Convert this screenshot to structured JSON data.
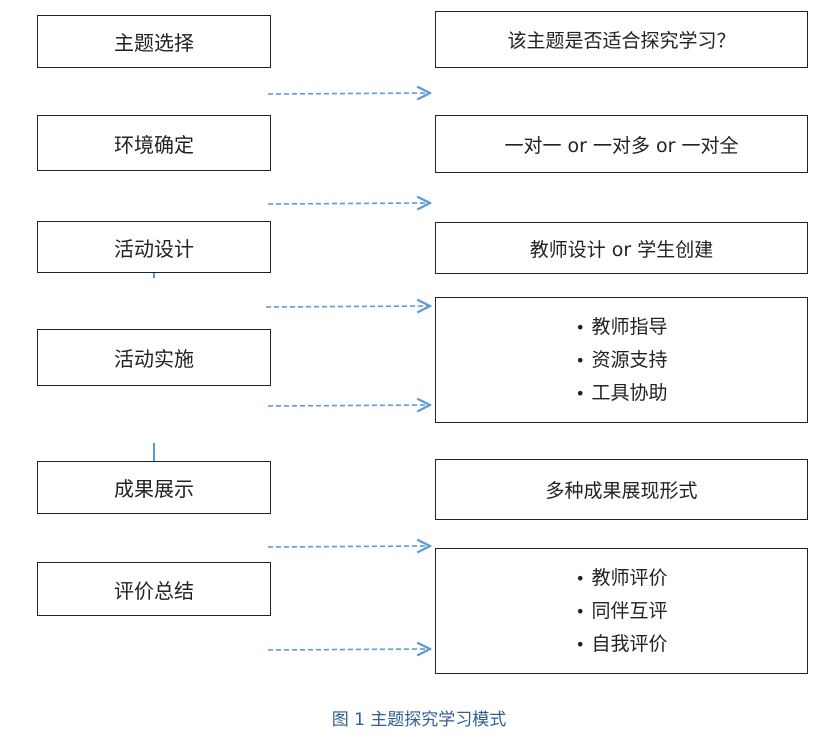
{
  "left_steps": [
    "主题选择",
    "环境确定",
    "活动设计",
    "活动实施",
    "成果展示",
    "评价总结"
  ],
  "right_notes": [
    {
      "text": "该主题是否适合探究学习？"
    },
    {
      "text": "一对一 or 一对多 or 一对全"
    },
    {
      "text": "教师设计 or 学生创建"
    },
    {
      "bullets": [
        "教师指导",
        "资源支持",
        "工具协助"
      ]
    },
    {
      "text": "多种成果展现形式"
    },
    {
      "bullets": [
        "教师评价",
        "同伴互评",
        "自我评价"
      ]
    }
  ],
  "bullet_symbol": "•",
  "caption": "图 1 主题探究学习模式",
  "colors": {
    "box_border": "#222222",
    "arrow": "#5b9bd5",
    "caption": "#2f5f96"
  }
}
